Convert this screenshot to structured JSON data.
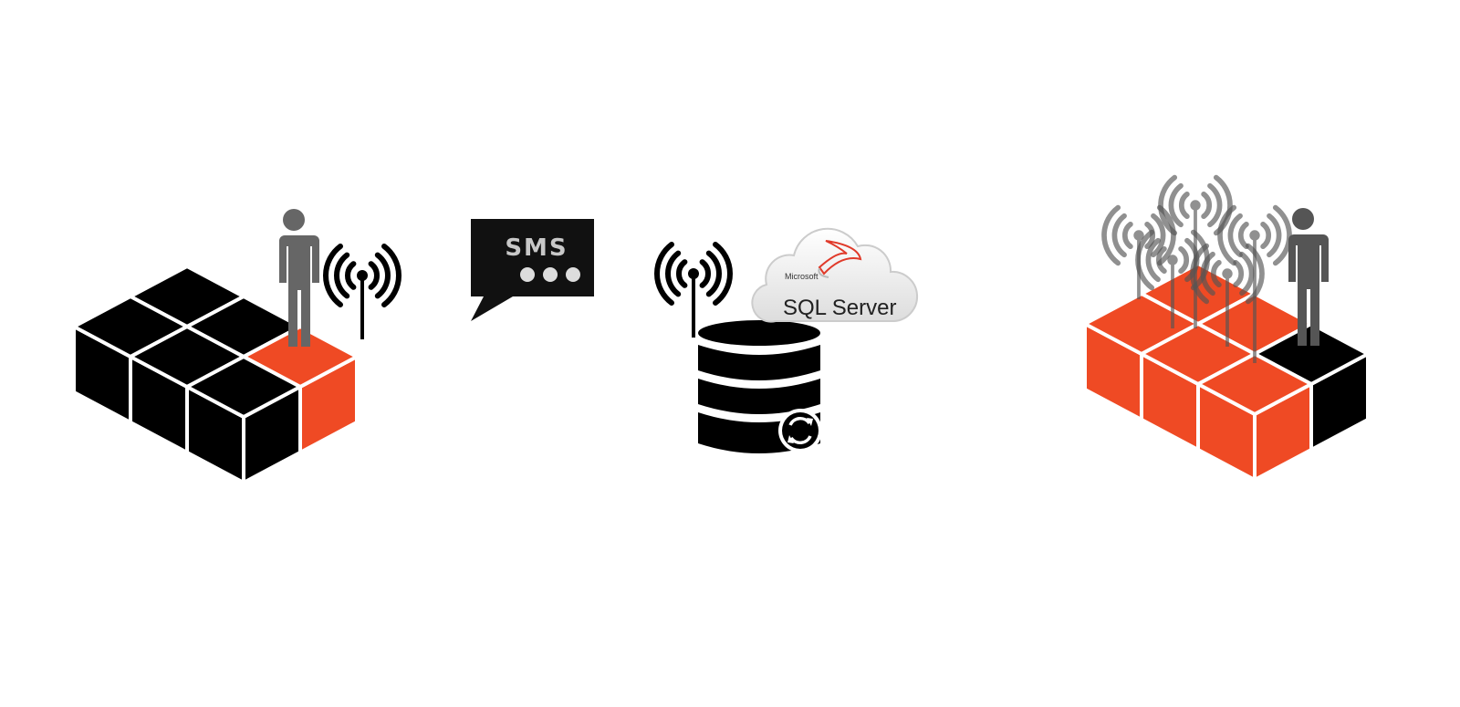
{
  "colors": {
    "accent": "#ef4a24",
    "dark": "#000000",
    "person": "#666666",
    "sms_text": "#c8c8c8",
    "sql_logo": "#e03a2a"
  },
  "sms": {
    "label": "SMS"
  },
  "sql_server": {
    "brand": "Microsoft",
    "product": "SQL Server"
  },
  "icons": [
    "building-blocks-icon",
    "person-icon",
    "wireless-antenna-icon",
    "sms-bubble-icon",
    "database-icon",
    "sync-icon",
    "sql-server-cloud-icon"
  ]
}
